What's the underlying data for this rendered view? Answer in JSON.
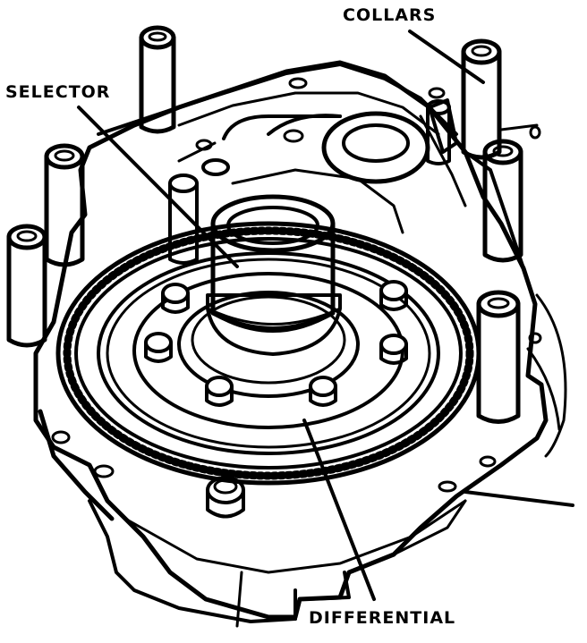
{
  "labels": {
    "collars": "COLLARS",
    "selector": "SELECTOR",
    "differential": "DIFFERENTIAL"
  },
  "colors": {
    "ink": "#000000",
    "paper": "#ffffff"
  }
}
